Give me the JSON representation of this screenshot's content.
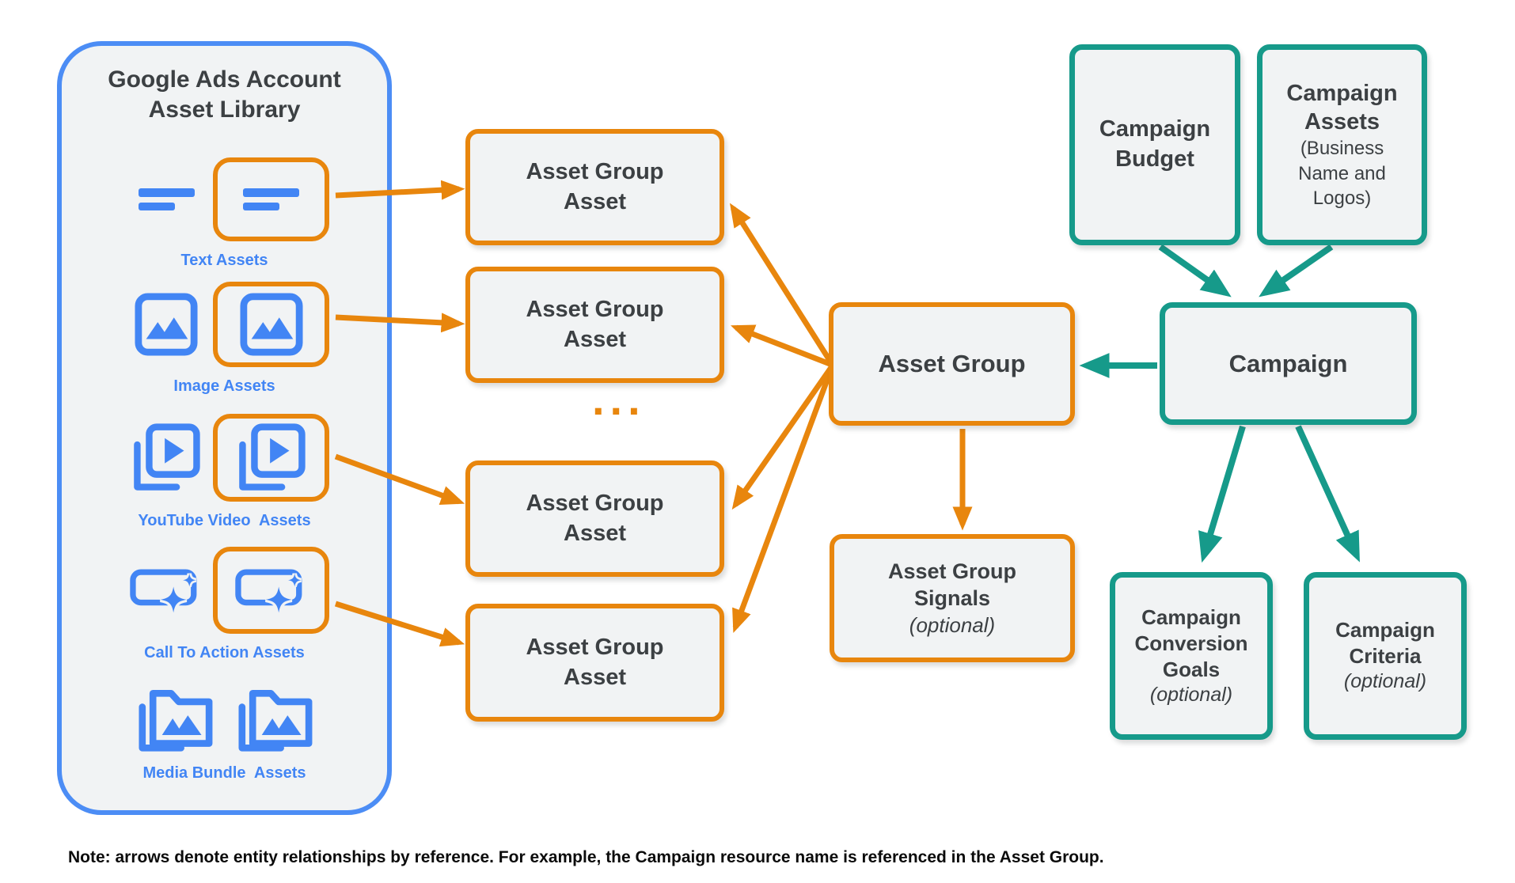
{
  "colors": {
    "blue_border": "#4c8df5",
    "blue_icon": "#4285f4",
    "orange": "#e8860d",
    "teal": "#169a8a",
    "box_fill": "#f1f3f4",
    "text_dark": "#3c4043"
  },
  "library": {
    "title": "Google Ads Account Asset Library",
    "assets": [
      {
        "label": "Text Assets",
        "icon": "text-lines-icon",
        "highlighted": true
      },
      {
        "label": "Image Assets",
        "icon": "image-icon",
        "highlighted": true
      },
      {
        "label": "YouTube Video  Assets",
        "icon": "video-stack-icon",
        "highlighted": true
      },
      {
        "label": "Call To Action Assets",
        "icon": "cta-sparkle-icon",
        "highlighted": true
      },
      {
        "label": "Media Bundle  Assets",
        "icon": "media-bundle-icon",
        "highlighted": false
      }
    ]
  },
  "middle": {
    "asset_group_asset_label": "Asset Group Asset",
    "ellipsis": "...",
    "asset_group_label": "Asset Group",
    "asset_group_signals": {
      "title": "Asset Group Signals",
      "qualifier": "(optional)"
    }
  },
  "campaign_column": {
    "campaign_budget": "Campaign Budget",
    "campaign_assets": {
      "title": "Campaign Assets",
      "subtitle": "(Business Name and Logos)"
    },
    "campaign": "Campaign",
    "conversion_goals": {
      "title": "Campaign Conversion Goals",
      "qualifier": "(optional)"
    },
    "criteria": {
      "title": "Campaign Criteria",
      "qualifier": "(optional)"
    }
  },
  "footnote": "Note: arrows denote entity relationships by reference. For example, the Campaign resource name is referenced in the Asset Group."
}
